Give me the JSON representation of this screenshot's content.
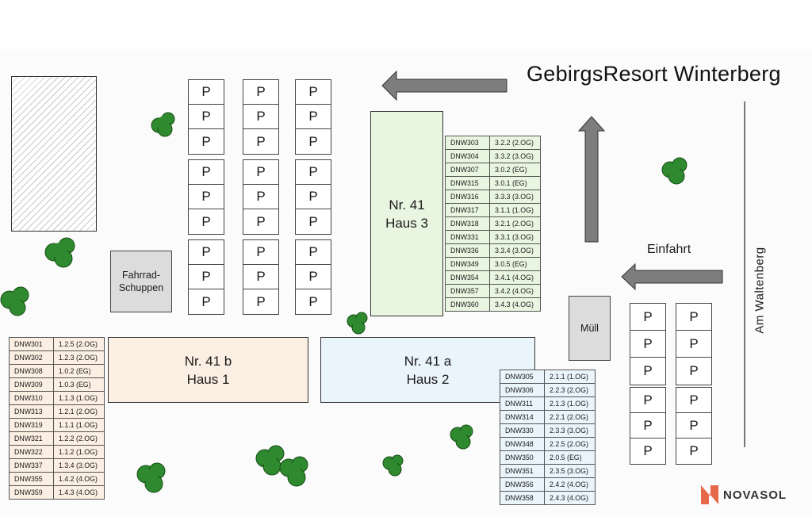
{
  "title": "GebirgsResort Winterberg",
  "parking_label": "P",
  "street": "Am Waltenberg",
  "entrance": "Einfahrt",
  "colors": {
    "house3": "#e8f5e0",
    "house1": "#fbeee2",
    "house2": "#eaf4fb",
    "service": "#dcdcdc",
    "tree": "#2f8a2f",
    "arrow": "#7d7d7d",
    "logo_accent": "#e8684a"
  },
  "buildings": {
    "house3": {
      "line1": "Nr. 41",
      "line2": "Haus 3"
    },
    "house1": {
      "line1": "Nr. 41 b",
      "line2": "Haus 1"
    },
    "house2": {
      "line1": "Nr. 41 a",
      "line2": "Haus 2"
    },
    "shed": {
      "line1": "Fahrrad-",
      "line2": "Schuppen"
    },
    "waste": {
      "label": "Müll"
    }
  },
  "units": {
    "house3": [
      [
        "DNW303",
        "3.2.2 (2.OG)"
      ],
      [
        "DNW304",
        "3.3.2 (3.OG)"
      ],
      [
        "DNW307",
        "3.0.2 (EG)"
      ],
      [
        "DNW315",
        "3.0.1 (EG)"
      ],
      [
        "DNW316",
        "3.3.3 (3.OG)"
      ],
      [
        "DNW317",
        "3.1.1 (1.OG)"
      ],
      [
        "DNW318",
        "3.2.1 (2.OG)"
      ],
      [
        "DNW331",
        "3.3.1 (3.OG)"
      ],
      [
        "DNW336",
        "3.3.4 (3.OG)"
      ],
      [
        "DNW349",
        "3.0.5 (EG)"
      ],
      [
        "DNW354",
        "3.4.1 (4.OG)"
      ],
      [
        "DNW357",
        "3.4.2 (4.OG)"
      ],
      [
        "DNW360",
        "3.4.3 (4.OG)"
      ]
    ],
    "house1": [
      [
        "DNW301",
        "1.2.5 (2.OG)"
      ],
      [
        "DNW302",
        "1.2.3 (2.OG)"
      ],
      [
        "DNW308",
        "1.0.2 (EG)"
      ],
      [
        "DNW309",
        "1.0.3 (EG)"
      ],
      [
        "DNW310",
        "1.1.3 (1.OG)"
      ],
      [
        "DNW313",
        "1.2.1 (2.OG)"
      ],
      [
        "DNW319",
        "1.1.1 (1.OG)"
      ],
      [
        "DNW321",
        "1.2.2 (2.OG)"
      ],
      [
        "DNW322",
        "1.1.2 (1.OG)"
      ],
      [
        "DNW337",
        "1.3.4 (3.OG)"
      ],
      [
        "DNW355",
        "1.4.2 (4.OG)"
      ],
      [
        "DNW359",
        "1.4.3 (4.OG)"
      ]
    ],
    "house2": [
      [
        "DNW305",
        "2.1.1 (1.OG)"
      ],
      [
        "DNW306",
        "2.2.3 (2.OG)"
      ],
      [
        "DNW311",
        "2.1.3 (1.OG)"
      ],
      [
        "DNW314",
        "2.2.1 (2.OG)"
      ],
      [
        "DNW330",
        "2.3.3 (3.OG)"
      ],
      [
        "DNW348",
        "2.2.5 (2.OG)"
      ],
      [
        "DNW350",
        "2.0.5 (EG)"
      ],
      [
        "DNW351",
        "2.3.5 (3.OG)"
      ],
      [
        "DNW356",
        "2.4.2 (4.OG)"
      ],
      [
        "DNW358",
        "2.4.3 (4.OG)"
      ]
    ]
  },
  "logo": {
    "text": "NOVASOL"
  }
}
